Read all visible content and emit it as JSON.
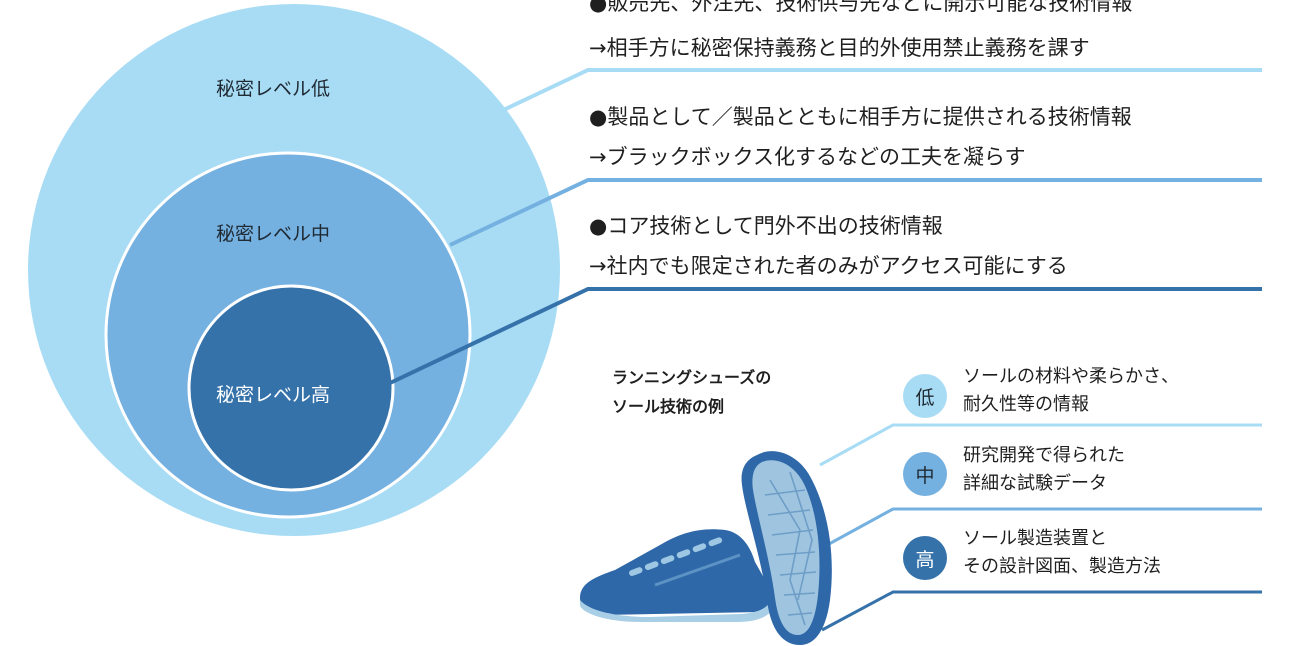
{
  "colors": {
    "low": "#a8dcf5",
    "mid": "#74b0e0",
    "high": "#3672aa",
    "line_low": "#a8dcf5",
    "line_mid": "#74b0e0",
    "line_high": "#3672aa"
  },
  "circles": {
    "low_label": "秘密レベル低",
    "mid_label": "秘密レベル中",
    "high_label": "秘密レベル高"
  },
  "descriptions": [
    {
      "line1": "●販売先、外注先、技術供与先などに開示可能な技術情報",
      "line2": "→相手方に秘密保持義務と目的外使用禁止義務を課す"
    },
    {
      "line1": "●製品として／製品とともに相手方に提供される技術情報",
      "line2": "→ブラックボックス化するなどの工夫を凝らす"
    },
    {
      "line1": "●コア技術として門外不出の技術情報",
      "line2": "→社内でも限定された者のみがアクセス可能にする"
    }
  ],
  "example": {
    "title_line1": "ランニングシューズの",
    "title_line2": "ソール技術の例",
    "shoe_icon": "running-shoes-icon",
    "items": [
      {
        "badge": "低",
        "line1": "ソールの材料や柔らかさ、",
        "line2": "耐久性等の情報"
      },
      {
        "badge": "中",
        "line1": "研究開発で得られた",
        "line2": "詳細な試験データ"
      },
      {
        "badge": "高",
        "line1": "ソール製造装置と",
        "line2": "その設計図面、製造方法"
      }
    ]
  }
}
